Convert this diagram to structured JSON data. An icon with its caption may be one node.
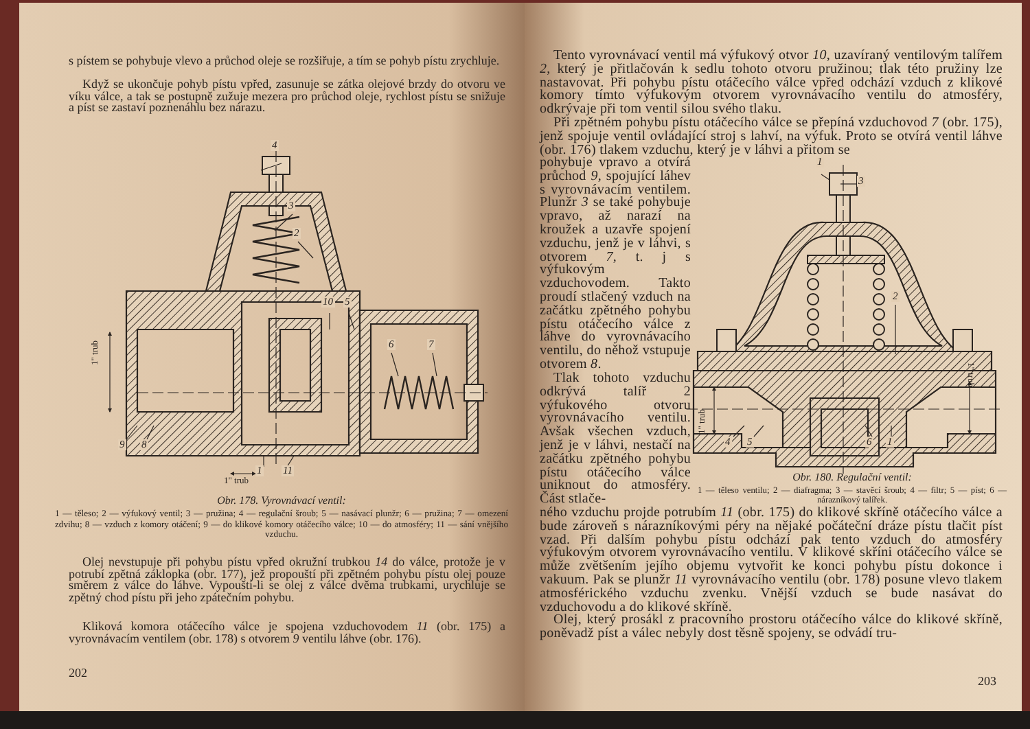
{
  "diagram": {
    "labels": [
      "s pístem se pohybuje vlevo a průchod oleje se rozšiřuje, a tím se pohyb pístu zrychluje.",
      "Když se ukončuje pohyb pístu vpřed, zasunuje se zátka olejové brzdy do otvoru ve víku válce, a tak se postupně zužuje mezera pro průchod oleje, rychlost pístu se snižuje a píst se zastaví poznenáhlu bez nárazu.",
      "4",
      "3",
      "2",
      "10",
      "5",
      "6",
      "7",
      "9",
      "8",
      "1",
      "11",
      "1\" trub",
      "1\" trub",
      "Obr. 178. Vyrovnávací ventil:",
      "1 — těleso; 2 — výfukový ventil; 3 — pružina; 4 — regulační šroub; 5 — nasávací plunžr; 6 — pružina; 7 — omezení zdvihu; 8 — vzduch z komory otáčení; 9 — do klikové komory otáčecího válce; 10 — do atmosféry; 11 — sání vnějšího vzduchu.",
      "Olej nevstupuje při pohybu pístu vpřed okružní trubkou *14* do válce, protože je v potrubí zpětná záklopka (obr. 177), jež propouští při zpětném pohybu pístu olej pouze směrem z válce do láhve. Vypouští-li se olej z válce dvěma trubkami, urychluje se zpětný chod pístu při jeho zpátečním pohybu.",
      "Kliková komora otáčecího válce je spojena vzduchovodem *11* (obr. 175) a vyrovnávacím ventilem (obr. 178) s otvorem *9* ventilu láhve (obr. 176).",
      "202",
      "Tento vyrovnávací ventil má výfukový otvor *10*, uzavíraný ventilovým talířem *2*, který je přitlačován k sedlu tohoto otvoru pružinou; tlak této pružiny lze nastavovat. Při pohybu pístu otáčecího válce vpřed odchází vzduch z klikové komory tímto výfukovým otvorem vyrovnávacího ventilu do atmosféry, odkrývaje při tom ventil silou svého tlaku.",
      "Při zpětném pohybu pístu otáčecího válce se přepíná vzduchovod *7* (obr. 175), jenž spojuje ventil ovládající stroj s lahví, na výfuk. Proto se otvírá ventil láhve (obr. 176) tlakem vzduchu, který je v láhvi a přitom se",
      "pohybuje vpravo a otvírá průchod *9*, spojující láhev s vyrovnávacím ventilem. Plunžr *3* se také pohybuje vpravo, až narazí na kroužek a uzavře spojení vzduchu, jenž je v láhvi, s otvorem *7*, t. j s výfukovým vzduchovodem. Takto proudí stlačený vzduch na začátku zpětného pohybu pístu otáčecího válce z láhve do vyrovnávacího ventilu, do něhož vstupuje otvorem *8*.",
      "Tlak tohoto vzduchu odkrývá talíř 2 výfukového otvoru vyrovnávacího ventilu. Avšak všechen vzduch, jenž je v láhvi, nestačí na začátku zpětného pohybu pístu otáčecího válce uniknout do atmosféry. Část stlače-",
      "1",
      "3",
      "2",
      "4",
      "5",
      "6",
      "1",
      "1\" trub",
      "1\" trub",
      "Obr. 180. Regulační ventil:",
      "1 — těleso ventilu; 2 — diafragma; 3 — stavěcí šroub; 4 — filtr; 5 — píst; 6 — nárazníkový talířek.",
      "ného vzduchu projde potrubím *11* (obr. 175) do klikové skříně otáčecího válce a bude zároveň s nárazníkovými péry na nějaké počáteční dráze pístu tlačit píst vzad. Při dalším pohybu pístu odchází pak tento vzduch do atmosféry výfukovým otvorem vyrovnávacího ventilu. V klikové skříni otáčecího válce se může zvětšením jejího objemu vytvořit ke konci pohybu pístu dokonce i vakuum. Pak se plunžr *11* vyrovnávacího ventilu (obr. 178) posune vlevo tlakem atmosférického vzduchu zvenku. Vnější vzduch se bude nasávat do vzduchovodu a do klikové skříně.",
      "Olej, který prosákl z pracovního prostoru otáčecího válce do klikové skříně, poněvadž píst a válec nebyly dost těsně spojeny, se odvádí tru-",
      "203"
    ]
  }
}
